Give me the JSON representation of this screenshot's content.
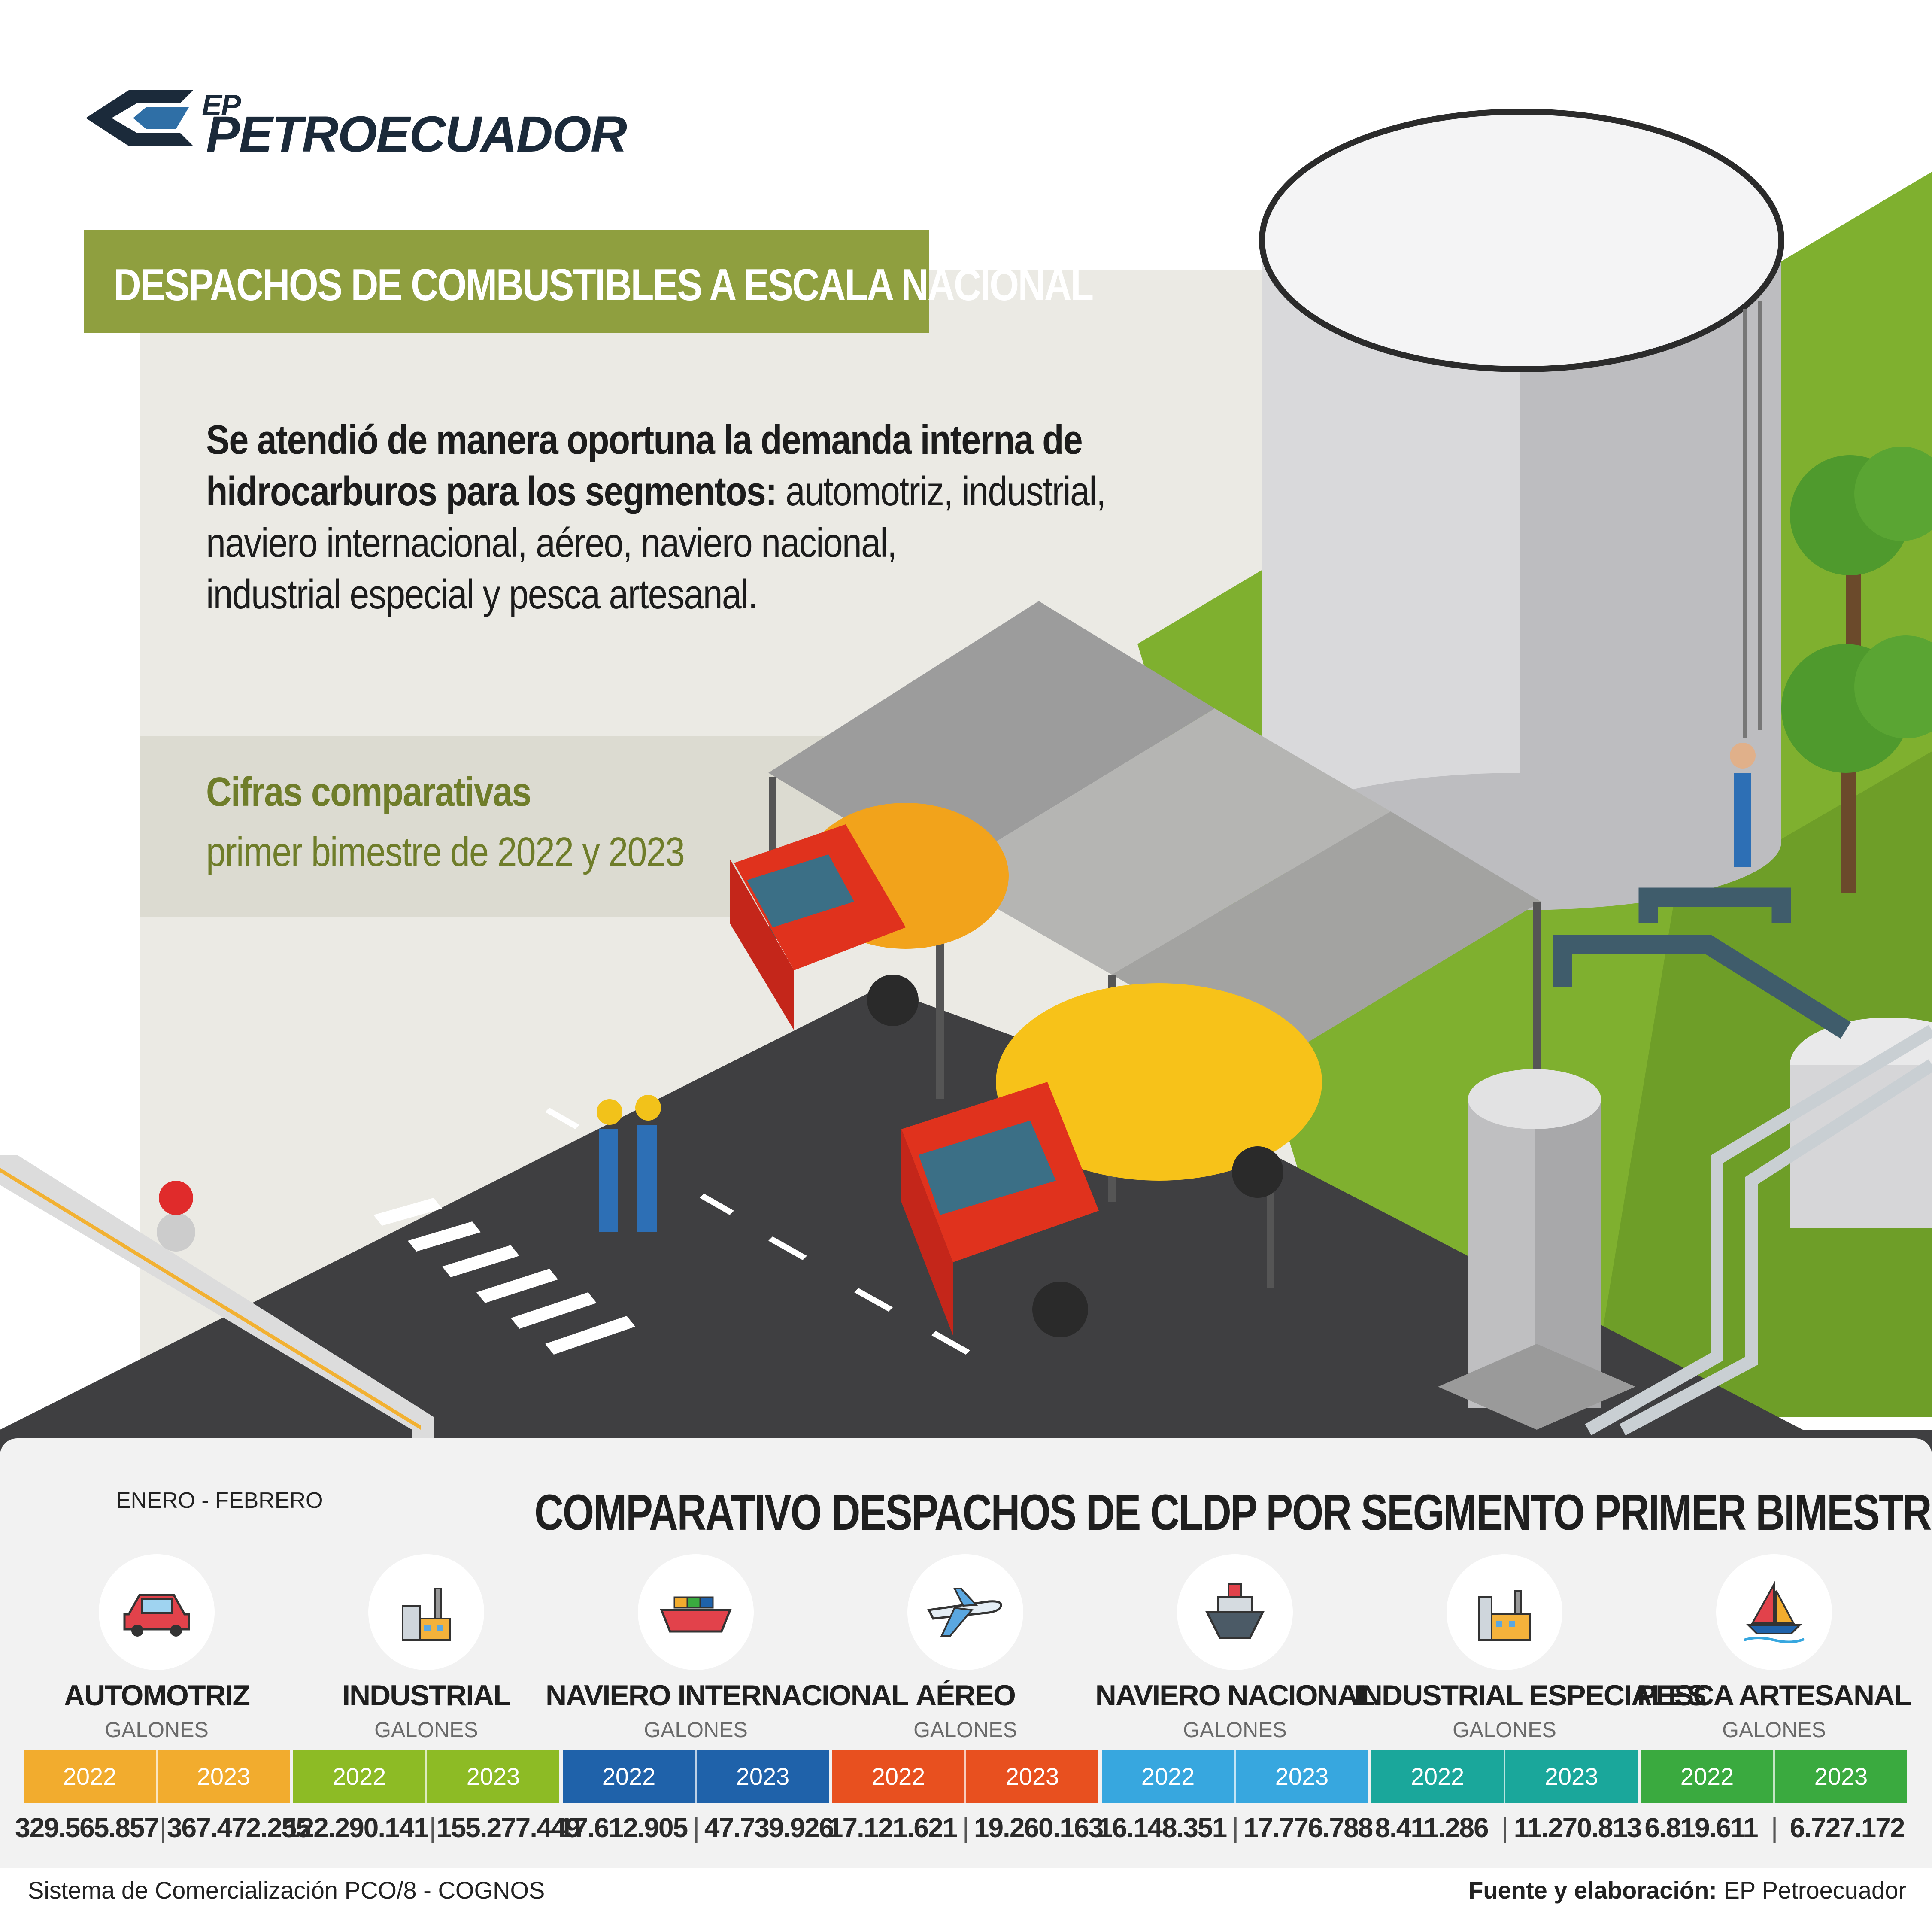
{
  "brand": {
    "prefix": "EP",
    "name": "PETROECUADOR"
  },
  "header": {
    "title": "DESPACHOS DE COMBUSTIBLES A ESCALA NACIONAL"
  },
  "intro": {
    "line1_bold": "Se atendió de manera oportuna la demanda interna de",
    "line2_bold": "hidrocarburos para los segmentos:",
    "line2_rest": " automotriz, industrial,",
    "line3": "naviero internacional, aéreo, naviero nacional,",
    "line4": "industrial especial y pesca artesanal."
  },
  "cifras": {
    "title": "Cifras comparativas",
    "subtitle": "primer bimestre de 2022 y 2023"
  },
  "chart": {
    "period": "ENERO - FEBRERO",
    "title": "COMPARATIVO DESPACHOS DE CLDP POR SEGMENTO PRIMER BIMESTRE"
  },
  "chart_data": {
    "type": "table",
    "title": "COMPARATIVO DESPACHOS DE CLDP POR SEGMENTO PRIMER BIMESTRE",
    "period": "ENERO - FEBRERO",
    "unit": "GALONES",
    "years": [
      "2022",
      "2023"
    ],
    "segments": [
      {
        "name": "AUTOMOTRIZ",
        "icon": "car-icon",
        "color": "#f2ac2e",
        "values": [
          "329.565.857",
          "367.472.255"
        ]
      },
      {
        "name": "INDUSTRIAL",
        "icon": "factory-icon",
        "color": "#8dbb25",
        "values": [
          "122.290.141",
          "155.277.449"
        ]
      },
      {
        "name": "NAVIERO INTERNACIONAL",
        "icon": "cargo-ship-icon",
        "color": "#1f62aa",
        "values": [
          "17.612.905",
          "47.739.926"
        ]
      },
      {
        "name": "AÉREO",
        "icon": "airplane-icon",
        "color": "#e8501f",
        "values": [
          "17.121.621",
          "19.260.163"
        ]
      },
      {
        "name": "NAVIERO NACIONAL",
        "icon": "ship-icon",
        "color": "#37a7df",
        "values": [
          "16.148.351",
          "17.776.788"
        ]
      },
      {
        "name": "INDUSTRIAL ESPECIALES",
        "icon": "industry-icon",
        "color": "#1aa79b",
        "values": [
          "8.411.286",
          "11.270.813"
        ]
      },
      {
        "name": "PESCA ARTESANAL",
        "icon": "sailboat-icon",
        "color": "#3aaa3f",
        "values": [
          "6.819.611",
          "6.727.172"
        ]
      }
    ]
  },
  "footer": {
    "source_left": "Sistema de Comercialización PCO/8 - COGNOS",
    "source_right_label": "Fuente y elaboración:",
    "source_right_value": " EP Petroecuador"
  }
}
